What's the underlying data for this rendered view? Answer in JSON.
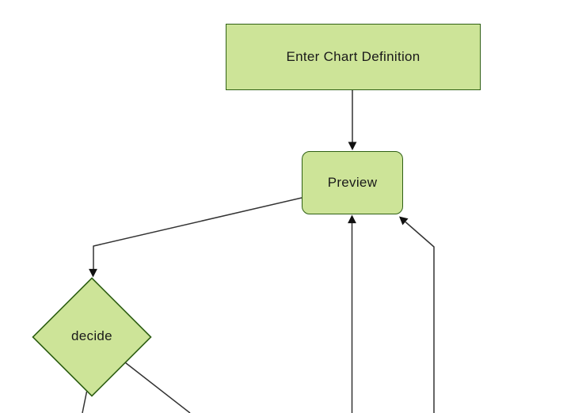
{
  "diagram": {
    "type": "flowchart",
    "nodes": [
      {
        "id": "enter-chart-definition",
        "shape": "rectangle",
        "label": "Enter Chart Definition"
      },
      {
        "id": "preview",
        "shape": "rounded-rectangle",
        "label": "Preview"
      },
      {
        "id": "decide",
        "shape": "diamond",
        "label": "decide"
      }
    ],
    "edges": [
      {
        "from": "enter-chart-definition",
        "to": "preview",
        "arrowhead": true
      },
      {
        "from": "preview",
        "to": "decide",
        "arrowhead": true
      },
      {
        "from": "offscreen-bottom",
        "to": "preview",
        "arrowhead": true
      },
      {
        "from": "offscreen-bottom-right",
        "to": "preview",
        "arrowhead": true
      },
      {
        "from": "decide",
        "to": "offscreen-bottom-left",
        "arrowhead": false
      },
      {
        "from": "decide",
        "to": "offscreen-bottom-right",
        "arrowhead": false
      }
    ],
    "colors": {
      "background": "#ffffff",
      "node-fill": "#cde498",
      "node-border": "#2f6014",
      "edge-color": "#333333",
      "arrow-color": "#111111",
      "text-color": "#1a1a1a"
    }
  }
}
